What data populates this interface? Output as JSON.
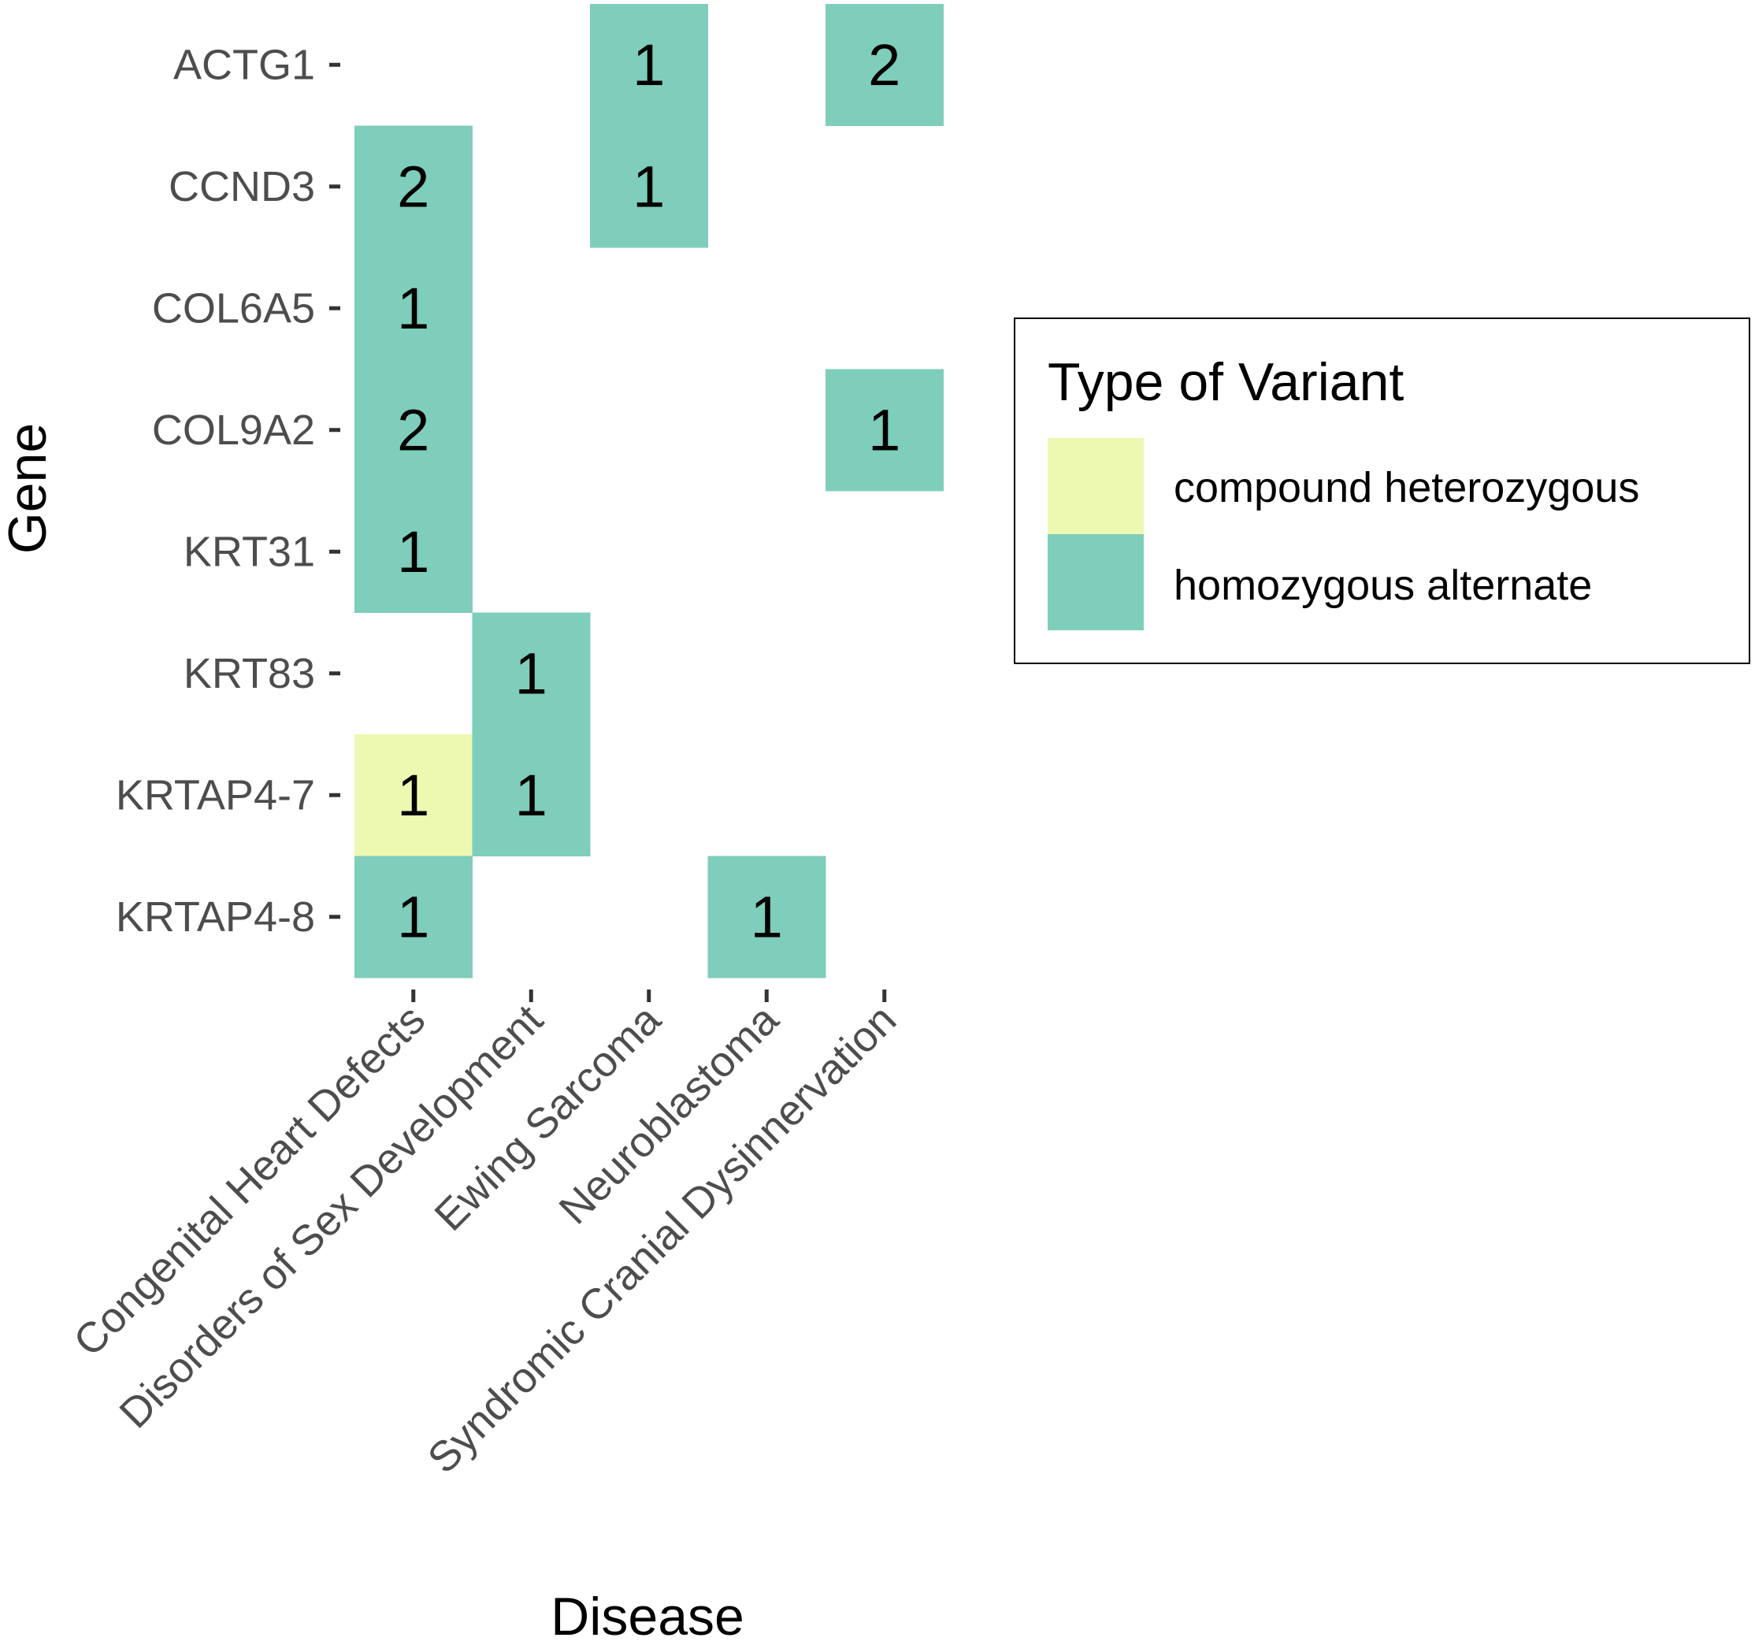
{
  "chart_data": {
    "type": "heatmap",
    "xlabel": "Disease",
    "ylabel": "Gene",
    "x_categories": [
      "Congenital Heart Defects",
      "Disorders of Sex Development",
      "Ewing Sarcoma",
      "Neuroblastoma",
      "Syndromic Cranial Dysinnervation"
    ],
    "y_categories": [
      "ACTG1",
      "CCND3",
      "COL6A5",
      "COL9A2",
      "KRT31",
      "KRT83",
      "KRTAP4-7",
      "KRTAP4-8"
    ],
    "legend": {
      "title": "Type of Variant",
      "position": "right",
      "entries": [
        {
          "label": "compound heterozygous",
          "color": "#EDF8B1"
        },
        {
          "label": "homozygous alternate",
          "color": "#7FCDBB"
        }
      ]
    },
    "cells": [
      {
        "gene": "ACTG1",
        "disease": "Ewing Sarcoma",
        "value": 1,
        "type": "homozygous alternate"
      },
      {
        "gene": "ACTG1",
        "disease": "Syndromic Cranial Dysinnervation",
        "value": 2,
        "type": "homozygous alternate"
      },
      {
        "gene": "CCND3",
        "disease": "Congenital Heart Defects",
        "value": 2,
        "type": "homozygous alternate"
      },
      {
        "gene": "CCND3",
        "disease": "Ewing Sarcoma",
        "value": 1,
        "type": "homozygous alternate"
      },
      {
        "gene": "COL6A5",
        "disease": "Congenital Heart Defects",
        "value": 1,
        "type": "homozygous alternate"
      },
      {
        "gene": "COL9A2",
        "disease": "Congenital Heart Defects",
        "value": 2,
        "type": "homozygous alternate"
      },
      {
        "gene": "COL9A2",
        "disease": "Syndromic Cranial Dysinnervation",
        "value": 1,
        "type": "homozygous alternate"
      },
      {
        "gene": "KRT31",
        "disease": "Congenital Heart Defects",
        "value": 1,
        "type": "homozygous alternate"
      },
      {
        "gene": "KRT83",
        "disease": "Disorders of Sex Development",
        "value": 1,
        "type": "homozygous alternate"
      },
      {
        "gene": "KRTAP4-7",
        "disease": "Congenital Heart Defects",
        "value": 1,
        "type": "compound heterozygous"
      },
      {
        "gene": "KRTAP4-7",
        "disease": "Disorders of Sex Development",
        "value": 1,
        "type": "homozygous alternate"
      },
      {
        "gene": "KRTAP4-8",
        "disease": "Congenital Heart Defects",
        "value": 1,
        "type": "homozygous alternate"
      },
      {
        "gene": "KRTAP4-8",
        "disease": "Neuroblastoma",
        "value": 1,
        "type": "homozygous alternate"
      }
    ],
    "grid": false
  }
}
